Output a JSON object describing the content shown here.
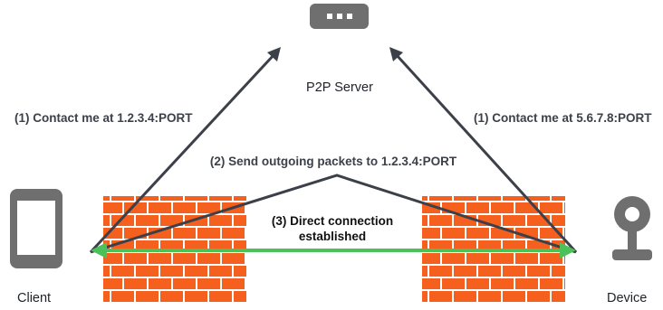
{
  "server": {
    "label": "P2P Server",
    "icon": "server-icon"
  },
  "client": {
    "label": "Client",
    "icon": "phone-icon"
  },
  "device": {
    "label": "Device",
    "icon": "camera-icon"
  },
  "messages": {
    "client_contact": "(1) Contact me at 1.2.3.4:PORT",
    "device_contact": "(1) Contact me at 5.6.7.8:PORT",
    "send_packets": "(2) Send outgoing packets to 1.2.3.4:PORT",
    "direct_line1": "(3) Direct connection",
    "direct_line2": "established"
  },
  "firewalls": [
    {
      "name": "client-firewall",
      "icon": "brick-wall-icon"
    },
    {
      "name": "device-firewall",
      "icon": "brick-wall-icon"
    }
  ],
  "colors": {
    "arrow": "#3c4049",
    "direct_connection": "#4cc15a",
    "brick": "#f5601e",
    "mortar": "#ffffff",
    "device_gray": "#6f6f6f",
    "text": "#3c4049"
  }
}
